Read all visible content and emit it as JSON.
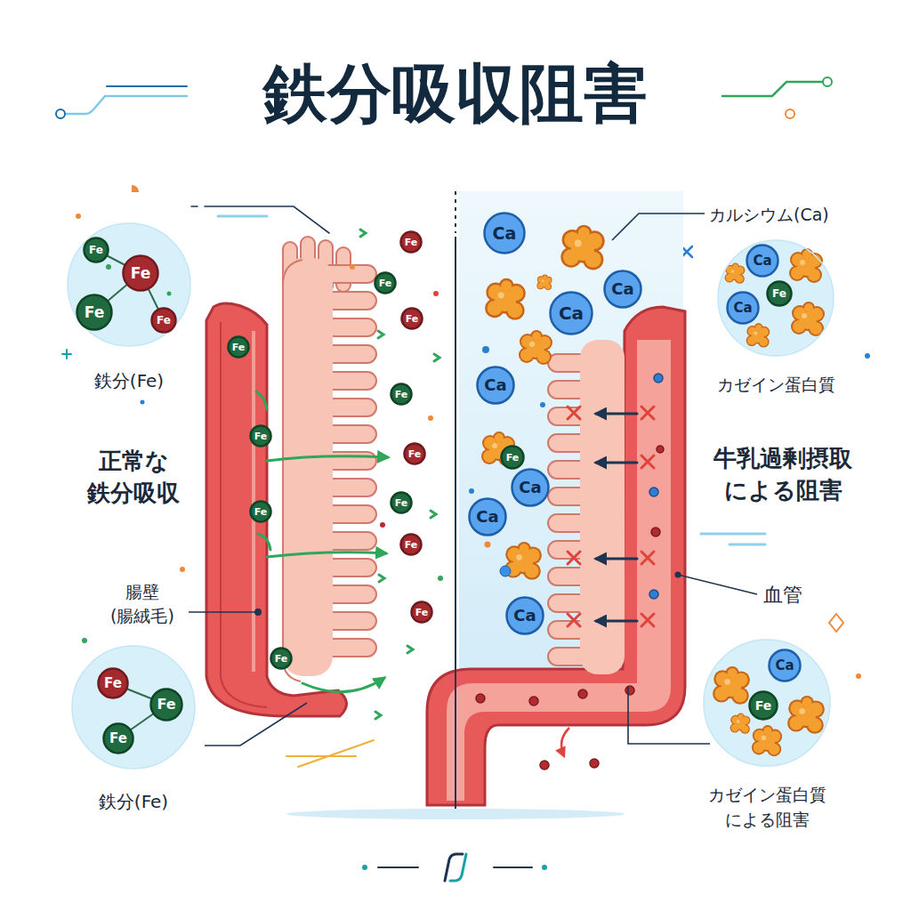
{
  "diagram": {
    "title": "鉄分吸収阻害",
    "nodes": [
      {
        "text": [
          "鉄分(Fe)"
        ]
      },
      {
        "text": [
          "Fe"
        ],
        "in": 0
      },
      {
        "text": [
          "Fe"
        ],
        "in": 0
      },
      {
        "text": [
          "Fe"
        ],
        "in": 0
      },
      {
        "text": [
          "Fe"
        ],
        "in": 0
      },
      {
        "text": [
          "Fe"
        ]
      },
      {
        "text": [
          "Fe"
        ]
      },
      {
        "text": [
          "Fe"
        ]
      },
      {
        "text": [
          "Fe"
        ]
      },
      {
        "text": [
          "Fe"
        ]
      },
      {
        "text": [
          "Fe"
        ]
      },
      {
        "text": [
          "Fe"
        ]
      },
      {
        "text": [
          "Fe"
        ]
      },
      {
        "text": [
          "Fe"
        ]
      },
      {
        "text": [
          "Fe"
        ]
      },
      {
        "text": [
          "Fe"
        ]
      },
      {
        "text": [
          "Fe"
        ]
      },
      {
        "text": [
          "鉄分(Fe)"
        ]
      },
      {
        "text": [
          "Fe"
        ],
        "in": 17
      },
      {
        "text": [
          "Fe"
        ],
        "in": 17
      },
      {
        "text": [
          "Fe"
        ],
        "in": 17
      },
      {
        "text": [
          "Ca"
        ]
      },
      {
        "text": [
          "Ca"
        ]
      },
      {
        "text": [
          "Ca"
        ]
      },
      {
        "text": [
          "Ca"
        ]
      },
      {
        "text": [
          "Fe"
        ]
      },
      {
        "text": [
          "Ca"
        ]
      },
      {
        "text": [
          "Ca"
        ]
      },
      {
        "text": [
          "Ca"
        ]
      },
      {
        "text": [
          "カゼイン蛋白質"
        ]
      },
      {
        "text": [
          "Ca"
        ],
        "in": 29
      },
      {
        "text": [
          "Fe"
        ],
        "in": 29
      },
      {
        "text": [
          "Ca"
        ],
        "in": 29
      },
      {
        "text": [
          "カゼイン蛋白質 による阻害"
        ]
      },
      {
        "text": [
          "Ca"
        ],
        "in": 33
      },
      {
        "text": [
          "Fe"
        ],
        "in": 33
      }
    ],
    "labels": [
      "カルシウム(Ca)",
      "正常な 鉄分吸収",
      "牛乳過剰摂取 による阻害",
      "腸壁 (腸絨毛)",
      "血管"
    ]
  }
}
